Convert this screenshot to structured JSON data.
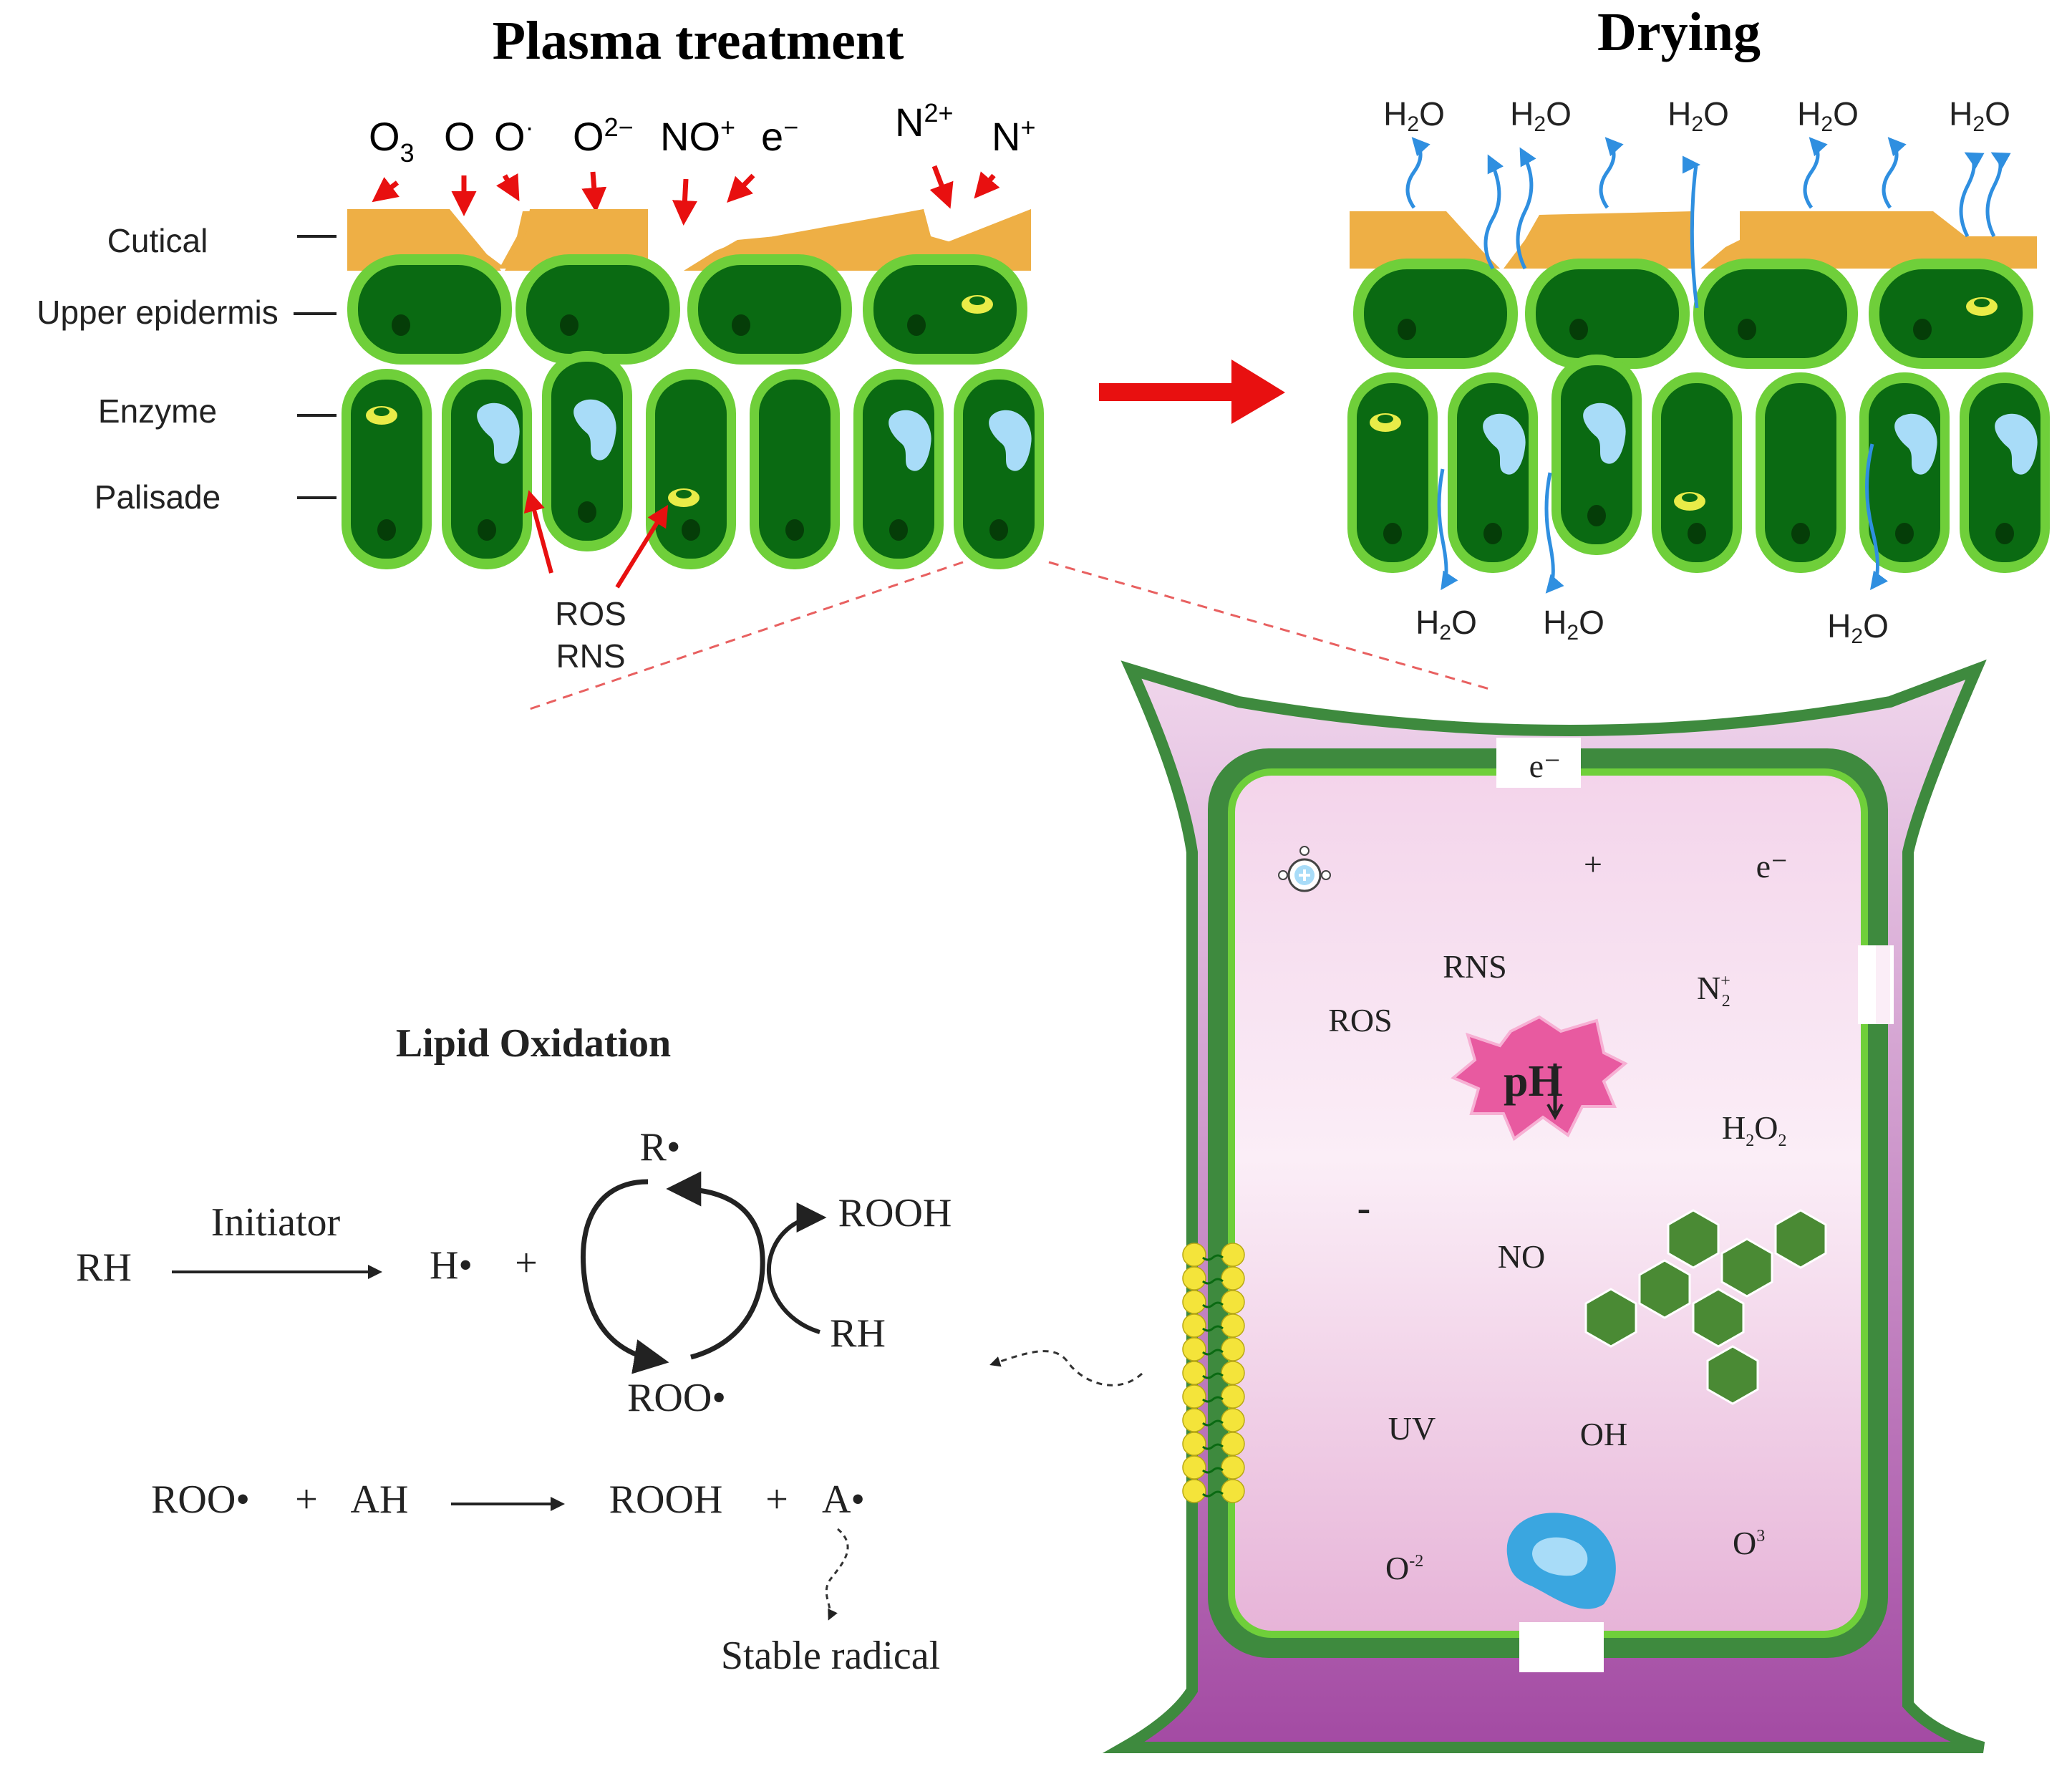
{
  "titles": {
    "plasma": "Plasma treatment",
    "drying": "Drying",
    "lipid": "Lipid Oxidation"
  },
  "layer_labels": {
    "cutical": "Cutical",
    "upper_epidermis": "Upper epidermis",
    "enzyme": "Enzyme",
    "palisade": "Palisade"
  },
  "species": {
    "o3": "O",
    "o3_sub": "3",
    "o": "O",
    "o_rad": "O",
    "o_rad_sup": "·",
    "o2": "O",
    "o2_sup": "2−",
    "no": "NO",
    "no_sup": "+",
    "e": "e",
    "e_sup": "−",
    "n2": "N",
    "n2_sup": "2+",
    "n": "N",
    "n_sup": "+"
  },
  "ros_rns": {
    "ros": "ROS",
    "rns": "RNS"
  },
  "water": {
    "h": "H",
    "sub": "2",
    "o": "O"
  },
  "cell_labels": {
    "e_top": "e⁻",
    "plus": "+",
    "e_right": "e⁻",
    "rns": "RNS",
    "ros": "ROS",
    "n2": "N",
    "n2_sup": "+",
    "n2_sub": "2",
    "ph": "pH",
    "h2o2": "H",
    "h2o2_2": "O",
    "h2o2_sub": "2",
    "minus": "-",
    "no": "NO",
    "uv": "UV",
    "oh": "OH",
    "o2m": "O",
    "o2m_sup": "-2",
    "o3": "O",
    "o3_sup": "3"
  },
  "reaction": {
    "rh": "RH",
    "initiator": "Initiator",
    "h_rad": "H•",
    "plus": "+",
    "r_rad": "R•",
    "roo_rad": "ROO•",
    "rooh": "ROOH",
    "rh2": "RH",
    "roo2": "ROO•",
    "plus2": "+",
    "ah": "AH",
    "rooh2": "ROOH",
    "plus3": "+",
    "a_rad": "A•",
    "stable": "Stable radical"
  },
  "colors": {
    "cuticle": "#eeaf45",
    "cell_dark": "#0a6a12",
    "cell_light": "#6fcf3a",
    "arrow_red": "#e81010",
    "water_blue": "#2f8fe0",
    "vacuole": "#a8dcf8",
    "pink": "#f0c8e4",
    "purple": "#a04aa0",
    "membrane_dark": "#3e8a3e",
    "lipid_yellow": "#f4e43a",
    "ph_star": "#e85aa0",
    "hexagon": "#4a8a34"
  }
}
